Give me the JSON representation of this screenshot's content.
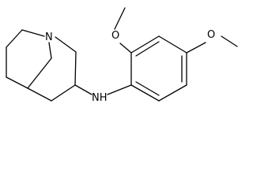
{
  "labels": {
    "amine_nitrogen": "NH",
    "quinuclidine_nitrogen": "N",
    "methoxy_oxygen_top": "O",
    "methoxy_oxygen_right": "O"
  },
  "colors": {
    "ink": "#000000",
    "background": "#ffffff"
  }
}
